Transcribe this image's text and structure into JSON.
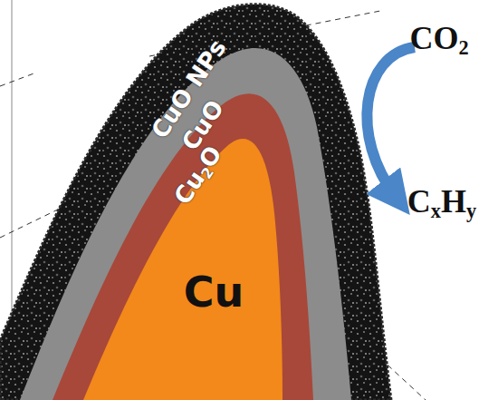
{
  "diagram": {
    "labels": [
      "CuO NPs",
      "CuO",
      "Cu2O",
      "Cu",
      "CO2",
      "CxHy"
    ]
  }
}
